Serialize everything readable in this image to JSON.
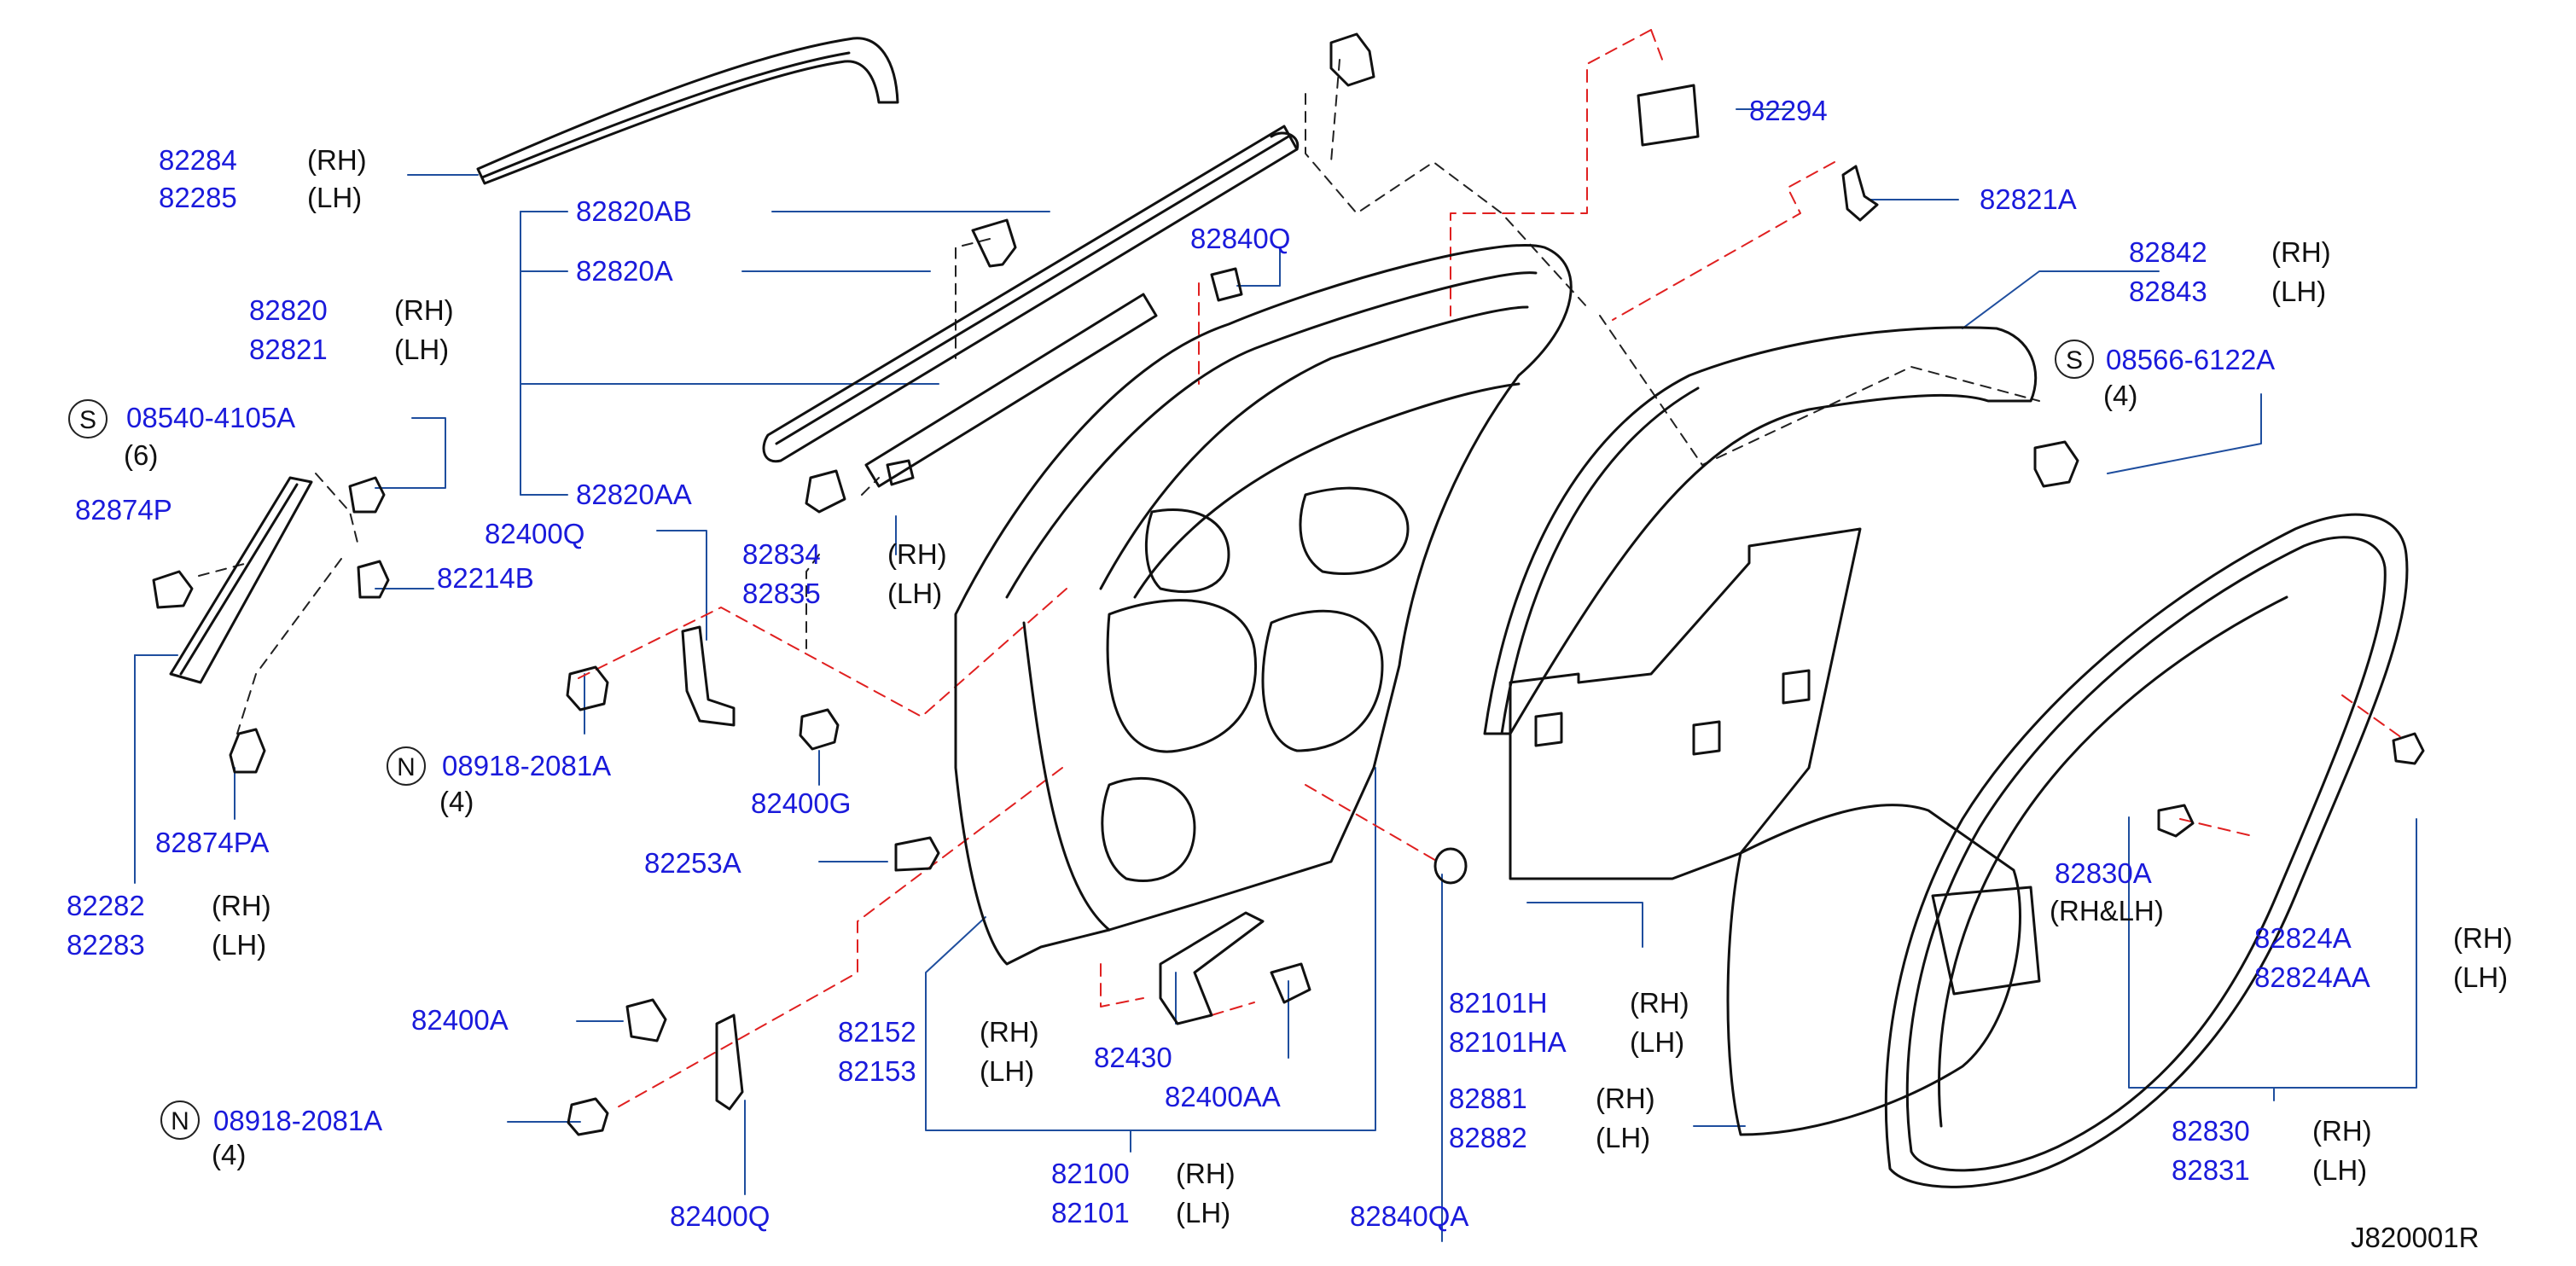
{
  "colors": {
    "part_number": "#1a1adb",
    "side_text": "#111111",
    "leader": "#1f4e9e",
    "red_dash": "#e02020",
    "black_dash": "#222222",
    "outline": "#111111"
  },
  "labels": {
    "p82284": "82284",
    "p82285": "82285",
    "p82820AB": "82820AB",
    "p82820A": "82820A",
    "p82820": "82820",
    "p82821": "82821",
    "p08540": "08540-4105A",
    "q6": "(6)",
    "p82874P": "82874P",
    "p82214B": "82214B",
    "p82820AA": "82820AA",
    "p82400Q_top": "82400Q",
    "p82834": "82834",
    "p82835": "82835",
    "p82840Q": "82840Q",
    "p08918_top": "08918-2081A",
    "q4_top": "(4)",
    "p82400G": "82400G",
    "p82874PA": "82874PA",
    "p82282": "82282",
    "p82283": "82283",
    "p82253A": "82253A",
    "p82400A": "82400A",
    "p08918_bot": "08918-2081A",
    "q4_bot": "(4)",
    "p82400Q_bot": "82400Q",
    "p82152": "82152",
    "p82153": "82153",
    "p82430": "82430",
    "p82400AA": "82400AA",
    "p82100": "82100",
    "p82101": "82101",
    "p82840QA": "82840QA",
    "p82294": "82294",
    "p82821A": "82821A",
    "p82842": "82842",
    "p82843": "82843",
    "p08566": "08566-6122A",
    "q4_right": "(4)",
    "p82101H": "82101H",
    "p82101HA": "82101HA",
    "p82881": "82881",
    "p82882": "82882",
    "p82830A": "82830A",
    "rhlh": "(RH&LH)",
    "p82824A": "82824A",
    "p82824AA": "82824AA",
    "p82830": "82830",
    "p82831": "82831"
  },
  "sides": {
    "rh": "(RH)",
    "lh": "(LH)"
  },
  "markers": {
    "s": "S",
    "n": "N"
  },
  "drawing_code": "J820001R"
}
